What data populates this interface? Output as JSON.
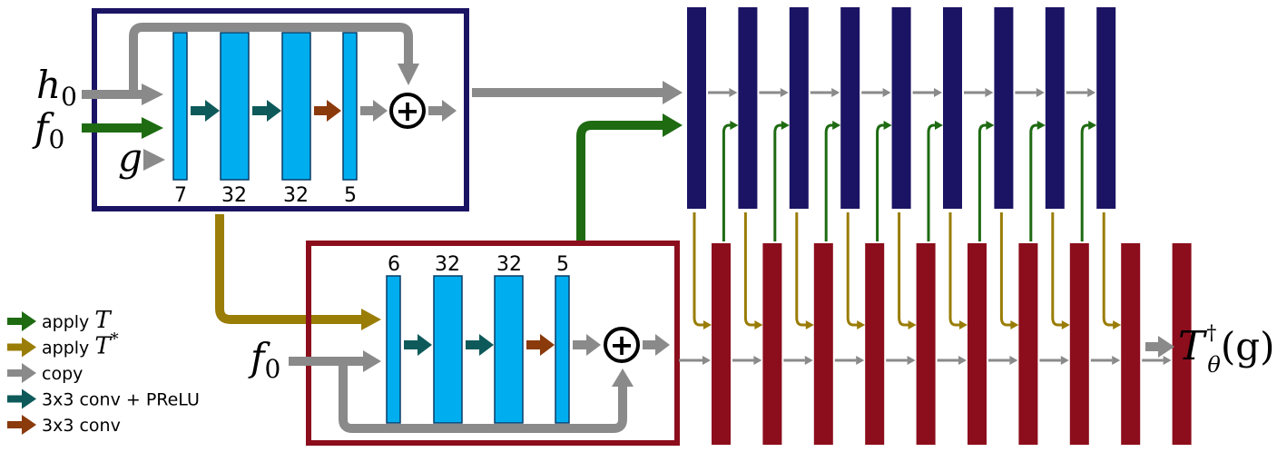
{
  "colors": {
    "primal_frame": "#1b1464",
    "dual_frame": "#8c0d1c",
    "conv_block": "#00aeef",
    "apply_T": "#1e6b12",
    "apply_T_star": "#9a7d06",
    "copy": "#8a8a8a",
    "conv_prelu": "#0e5a5a",
    "conv": "#8b3a0c",
    "primal_column": "#1b1464",
    "dual_column": "#8c0d1c"
  },
  "primal_block": {
    "inputs": {
      "h0_base": "h",
      "h0_sub": "0",
      "f0_base": "f",
      "f0_sub": "0",
      "g": "g"
    },
    "channels": [
      "7",
      "32",
      "32",
      "5"
    ],
    "sum_symbol": "+"
  },
  "dual_block": {
    "input": {
      "f0_base": "f",
      "f0_sub": "0"
    },
    "channels": [
      "6",
      "32",
      "32",
      "5"
    ],
    "sum_symbol": "+"
  },
  "output": {
    "base": "T",
    "sup": "†",
    "sub": "θ",
    "arg": "(g)"
  },
  "legend": [
    {
      "icon": "apply-T-arrow-icon",
      "color_key": "apply_T",
      "text": "apply ",
      "math": "T",
      "math_sup": ""
    },
    {
      "icon": "apply-T-star-arrow-icon",
      "color_key": "apply_T_star",
      "text": "apply ",
      "math": "T",
      "math_sup": "*"
    },
    {
      "icon": "copy-arrow-icon",
      "color_key": "copy",
      "text": "copy",
      "math": "",
      "math_sup": ""
    },
    {
      "icon": "conv-prelu-arrow-icon",
      "color_key": "conv_prelu",
      "text": "3x3 conv + PReLU",
      "math": "",
      "math_sup": ""
    },
    {
      "icon": "conv-arrow-icon",
      "color_key": "conv",
      "text": "3x3 conv",
      "math": "",
      "math_sup": ""
    }
  ],
  "iterations": 10
}
